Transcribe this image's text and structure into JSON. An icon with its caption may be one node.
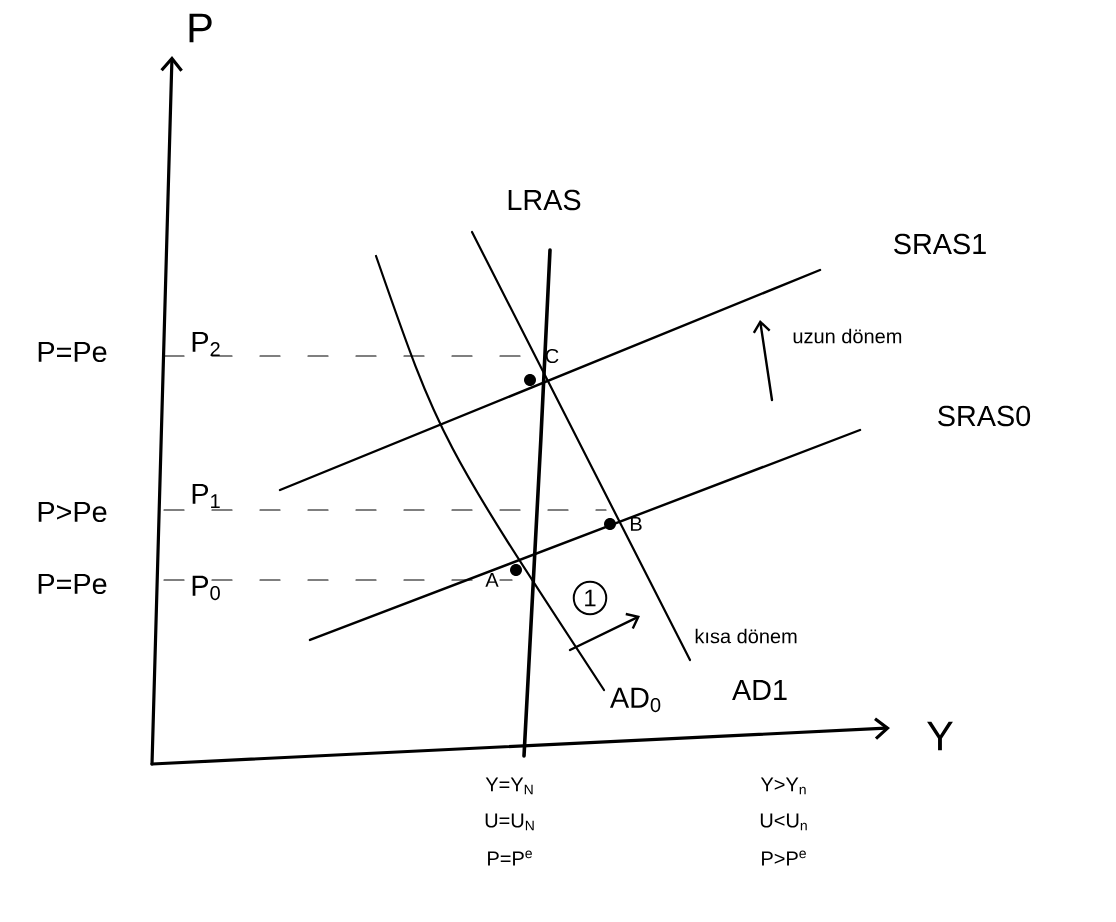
{
  "diagram": {
    "labels": [
      "P",
      "P=Pe",
      "P$_{2}$",
      "P>Pe",
      "P$_{1}$",
      "P=Pe",
      "P$_{0}$",
      "LRAS",
      "SRAS1",
      "SRAS0",
      "uzun dönem",
      "C",
      "B",
      "A",
      "1",
      "kısa dönem",
      "AD$_{0}$",
      "AD1",
      "Y",
      "Y=Y$_{N}$",
      "U=U$_{N}$",
      "P=P$^{e}$",
      "Y>Y$_{n}$",
      "U<U$_{n}$",
      "P>P$^{e}$"
    ]
  }
}
